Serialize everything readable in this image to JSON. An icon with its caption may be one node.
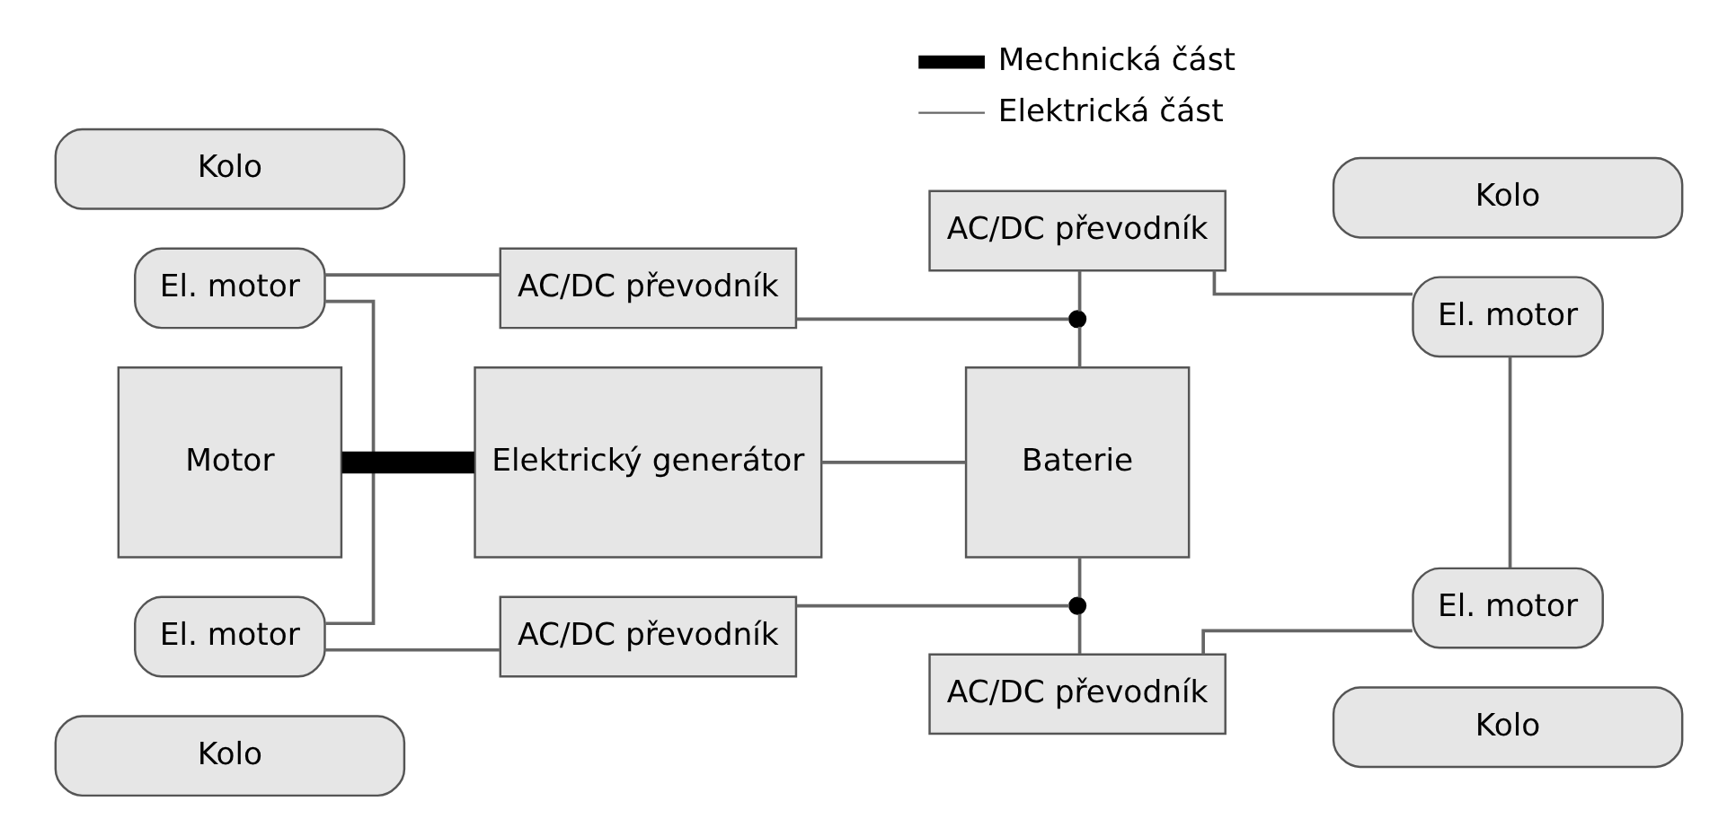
{
  "diagram": {
    "nodes": [
      {
        "text": [
          "Kolo"
        ]
      },
      {
        "text": [
          "Kolo"
        ]
      },
      {
        "text": [
          "El. motor"
        ]
      },
      {
        "text": [
          "AC/DC převodník"
        ]
      },
      {
        "text": [
          "AC/DC převodník"
        ]
      },
      {
        "text": [
          "El. motor"
        ]
      },
      {
        "text": [],
        "shape": "circle"
      },
      {
        "text": [
          "Motor"
        ]
      },
      {
        "text": [
          "Elektrický generátor"
        ]
      },
      {
        "text": [
          "Baterie"
        ]
      },
      {
        "text": [],
        "shape": "circle"
      },
      {
        "text": [
          "El. motor"
        ]
      },
      {
        "text": [
          "AC/DC převodník"
        ]
      },
      {
        "text": [
          "AC/DC převodník"
        ]
      },
      {
        "text": [
          "El. motor"
        ]
      },
      {
        "text": [
          "Kolo"
        ]
      },
      {
        "text": [
          "Kolo"
        ]
      }
    ],
    "edges": [
      {
        "from": 2,
        "to": 3,
        "arrow": "none"
      },
      {
        "from": 3,
        "to": 6,
        "arrow": "none"
      },
      {
        "from": 4,
        "to": 6,
        "arrow": "none"
      },
      {
        "from": 5,
        "to": 4,
        "arrow": "none"
      },
      {
        "from": 6,
        "to": 9,
        "arrow": "none"
      },
      {
        "from": 2,
        "to": 11,
        "arrow": "none"
      },
      {
        "from": 5,
        "to": 14,
        "arrow": "none"
      },
      {
        "from": 7,
        "to": 8,
        "arrow": "none",
        "style": "thick",
        "color": "#000000"
      },
      {
        "from": 8,
        "to": 9,
        "arrow": "none"
      },
      {
        "from": 9,
        "to": 10,
        "arrow": "none"
      },
      {
        "from": 10,
        "to": 12,
        "arrow": "none"
      },
      {
        "from": 10,
        "to": 13,
        "arrow": "none"
      },
      {
        "from": 11,
        "to": 12,
        "arrow": "none"
      },
      {
        "from": 13,
        "to": 14,
        "arrow": "none"
      }
    ],
    "legend": [
      {
        "text": "Mechnická část"
      },
      {
        "text": "Elektrická část"
      }
    ]
  }
}
